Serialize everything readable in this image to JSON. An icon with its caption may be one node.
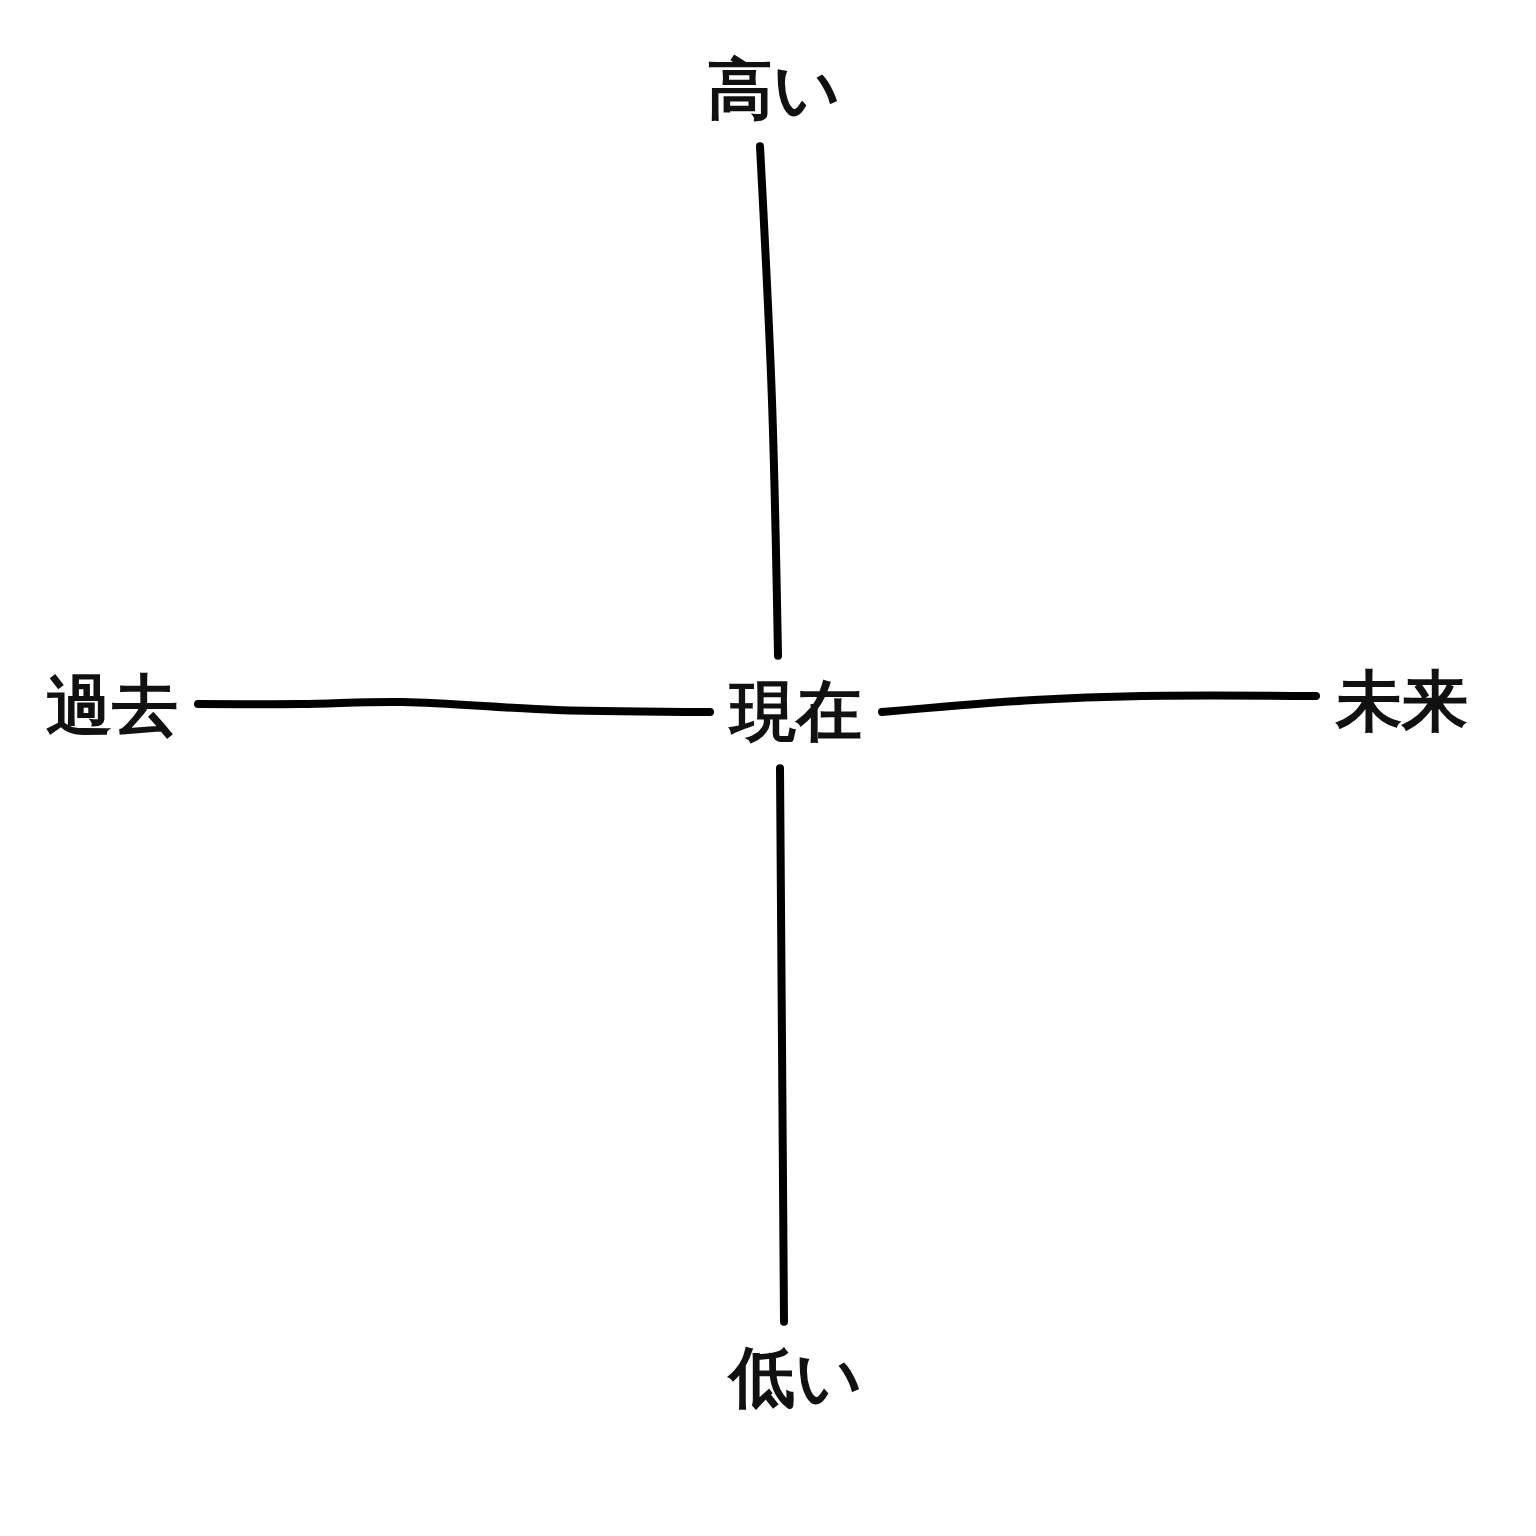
{
  "diagram": {
    "nodes": [
      {
        "text": [
          "高い"
        ]
      },
      {
        "text": [
          "過去"
        ]
      },
      {
        "text": [
          "現在"
        ]
      },
      {
        "text": [
          "未来"
        ]
      },
      {
        "text": [
          "低い"
        ]
      }
    ],
    "edges": [
      {
        "from": 2,
        "to": 0,
        "arrow": "none"
      },
      {
        "from": 2,
        "to": 1,
        "arrow": "none"
      },
      {
        "from": 2,
        "to": 3,
        "arrow": "none"
      },
      {
        "from": 2,
        "to": 4,
        "arrow": "none"
      }
    ]
  }
}
